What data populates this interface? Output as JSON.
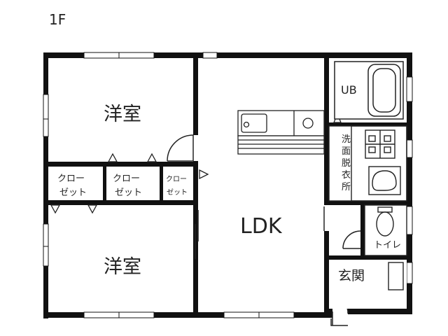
{
  "plan": {
    "floor_label": "1F",
    "rooms": {
      "western_room_upper": "洋室",
      "western_room_lower": "洋室",
      "ldk": "LDK",
      "unit_bath": "UB",
      "washroom": [
        "洗",
        "面",
        "脱",
        "衣",
        "所"
      ],
      "toilet": "トイレ",
      "entrance": "玄関"
    },
    "closets": {
      "closet_1": [
        "クロー",
        "ゼット"
      ],
      "closet_2": [
        "クロー",
        "ゼット"
      ],
      "closet_3": [
        "クロー",
        "ゼット"
      ]
    },
    "colors": {
      "wall": "#111111",
      "line": "#222222",
      "background": "#ffffff"
    }
  }
}
